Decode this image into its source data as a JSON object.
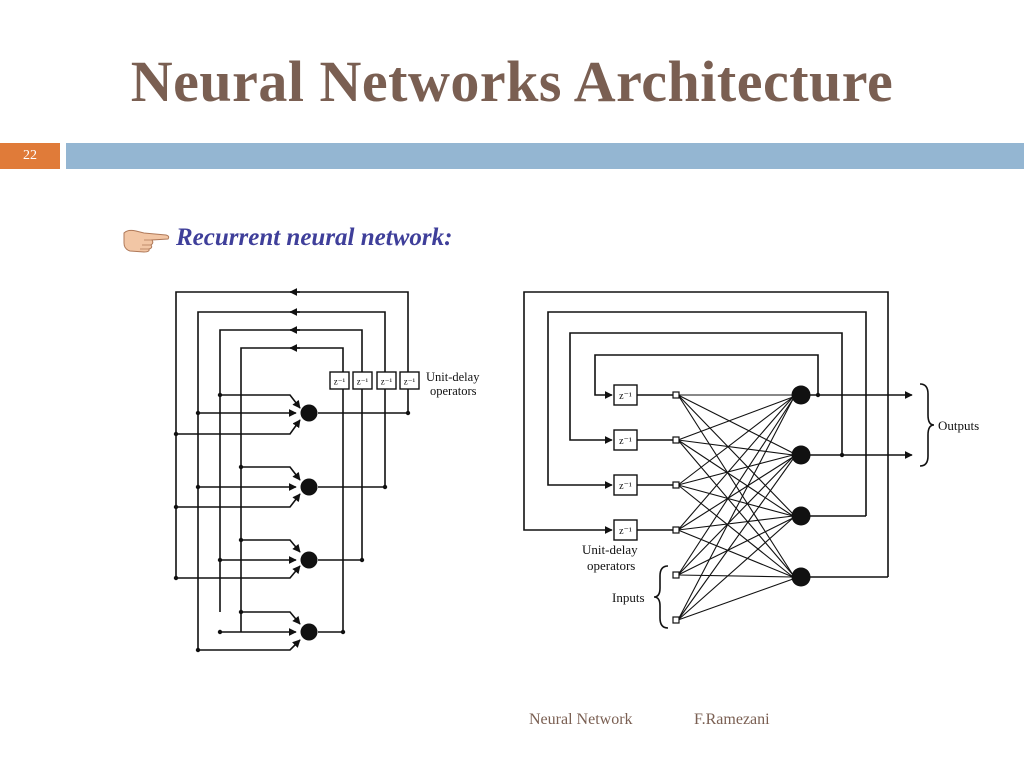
{
  "slide": {
    "title": "Neural Networks Architecture",
    "page_number": "22",
    "subtitle": "Recurrent neural network:"
  },
  "diagram": {
    "left": {
      "delay_label_line1": "Unit-delay",
      "delay_label_line2": "operators",
      "delay_symbol": "z⁻¹"
    },
    "right": {
      "delay_label_line1": "Unit-delay",
      "delay_label_line2": "operators",
      "inputs_label": "Inputs",
      "outputs_label": "Outputs",
      "delay_symbol": "z⁻¹"
    }
  },
  "footer": {
    "course": "Neural Network",
    "author": "F.Ramezani"
  },
  "colors": {
    "title": "#7a5f52",
    "accent_orange": "#e07b39",
    "accent_blue": "#94b6d2",
    "subtitle": "#3f3f9a"
  },
  "icons": [
    "pointing-hand-icon"
  ]
}
